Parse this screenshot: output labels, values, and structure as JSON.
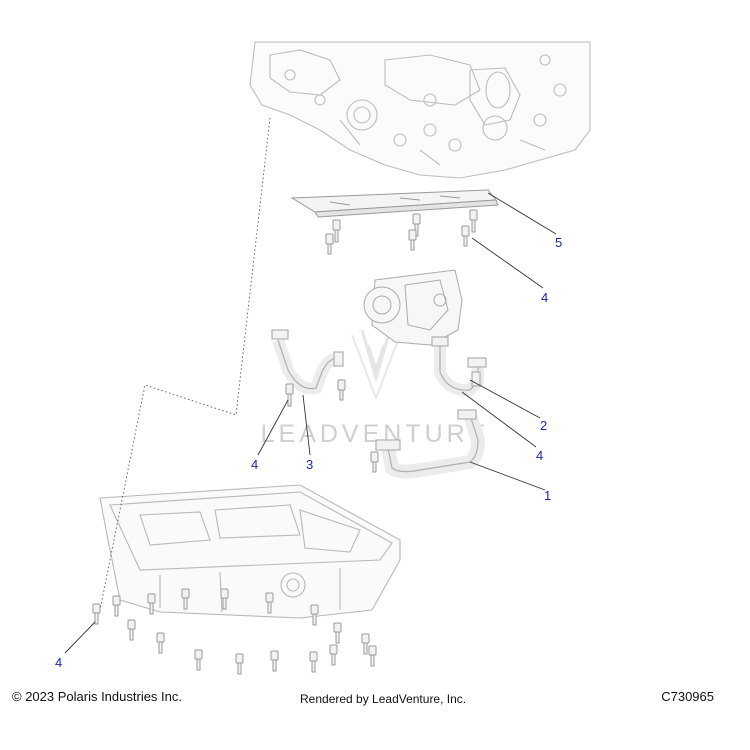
{
  "callouts": {
    "c1": "1",
    "c2": "2",
    "c3": "3",
    "c4_pan_bolts": "4",
    "c4_pump_bolts": "4",
    "c4_tube_bolt": "4",
    "c4_left_bolt": "4",
    "c5": "5"
  },
  "footer": {
    "copyright": "© 2023 Polaris Industries Inc.",
    "rendered_by": "Rendered by LeadVenture, Inc.",
    "diagram_code": "C730965"
  },
  "watermark": {
    "text": "LEADVENTURE"
  },
  "colors": {
    "callout": "#1a2aa8",
    "line_art": "#b8b8b8",
    "leader": "#333333"
  }
}
